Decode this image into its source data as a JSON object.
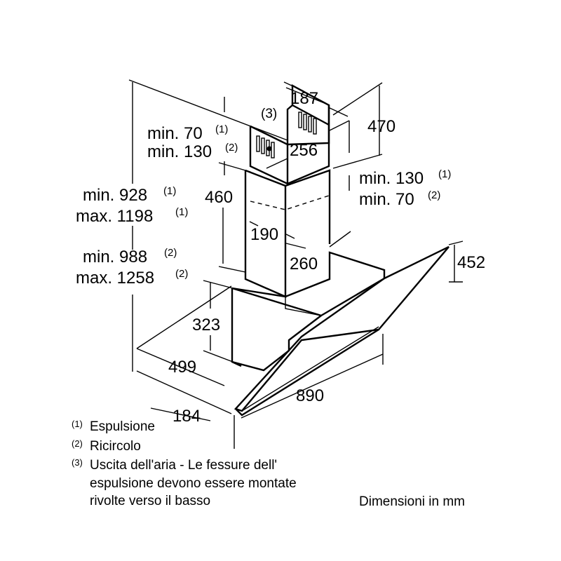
{
  "dimensions": {
    "d187": "187",
    "d470": "470",
    "d256": "256",
    "d460": "460",
    "d190": "190",
    "d260": "260",
    "d452": "452",
    "d323": "323",
    "d499": "499",
    "d890": "890",
    "d184": "184"
  },
  "labels": {
    "callout3": "(3)",
    "top_left_min70": "min. 70",
    "top_left_min70_ref": "(1)",
    "top_left_min130": "min. 130",
    "top_left_min130_ref": "(2)",
    "right_min130": "min. 130",
    "right_min130_ref": "(1)",
    "right_min70": "min. 70",
    "right_min70_ref": "(2)",
    "min928": "min. 928",
    "min928_ref": "(1)",
    "max1198": "max. 1198",
    "max1198_ref": "(1)",
    "min988": "min. 988",
    "min988_ref": "(2)",
    "max1258": "max. 1258",
    "max1258_ref": "(2)"
  },
  "legend": {
    "item1_ref": "(1)",
    "item1_text": "Espulsione",
    "item2_ref": "(2)",
    "item2_text": "Ricircolo",
    "item3_ref": "(3)",
    "item3_line1": "Uscita dell'aria - Le fessure dell'",
    "item3_line2": "espulsione devono essere montate",
    "item3_line3": "rivolte verso il basso"
  },
  "units_note": "Dimensioni in mm"
}
